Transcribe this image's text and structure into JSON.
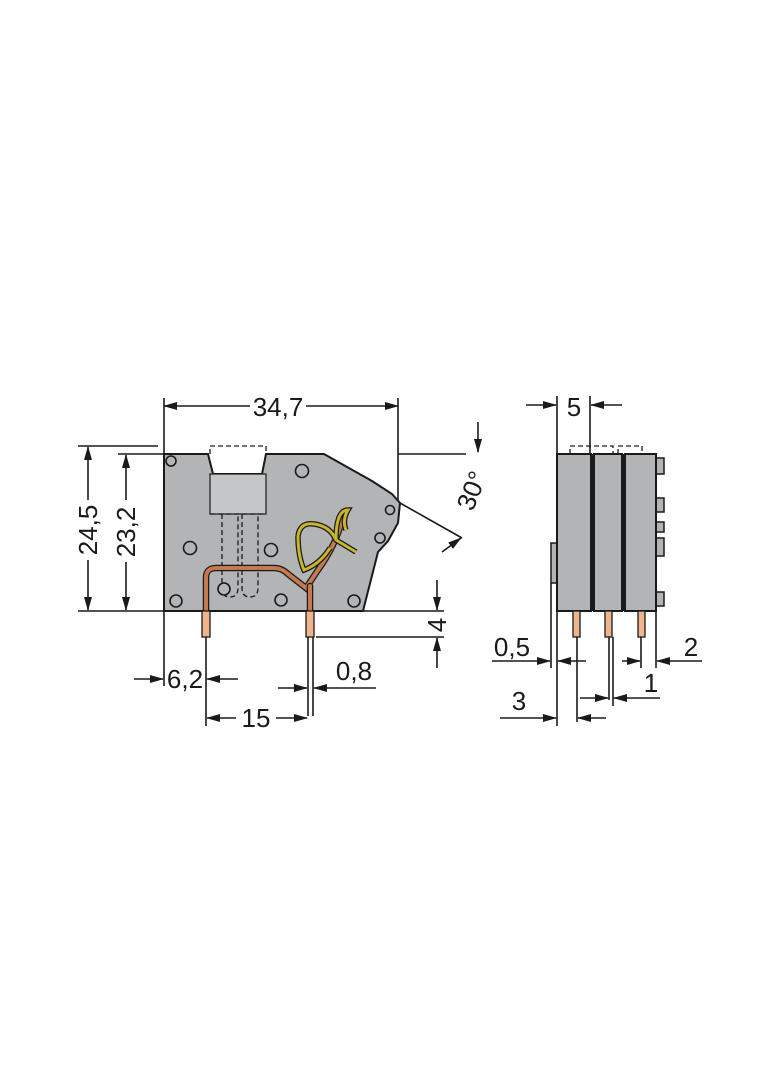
{
  "front_view": {
    "width_label": "34,7",
    "height_total_label": "24,5",
    "height_body_label": "23,2",
    "angle_label": "30°",
    "pin_length_label": "4",
    "pin_offset_label": "6,2",
    "pin_pitch_label": "15",
    "pin_thickness_label": "0,8"
  },
  "side_view": {
    "pitch_label": "5",
    "offset_small_label": "0,5",
    "offset_label": "3",
    "pin_gap_label": "1",
    "edge_label": "2"
  },
  "colors": {
    "housing": "#b2b4b6",
    "pins": "#f0b48c",
    "spring": "#c8b62a",
    "lines": "#1a1a1a"
  }
}
